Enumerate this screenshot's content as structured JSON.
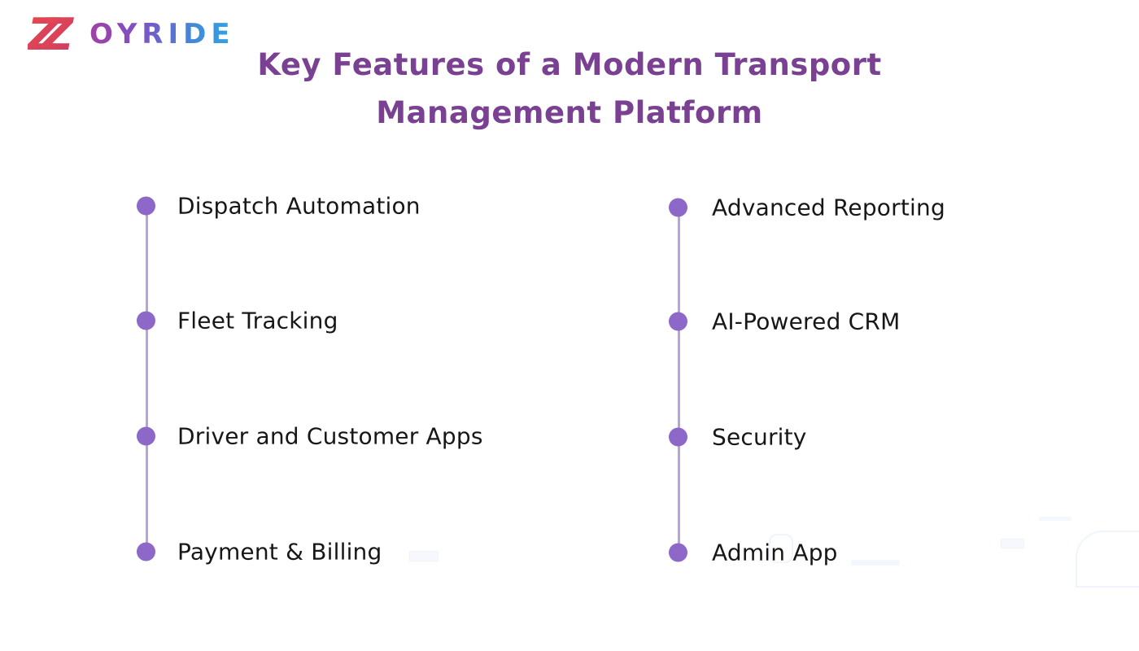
{
  "logo": {
    "mark": "Z",
    "text": "OYRIDE"
  },
  "title": {
    "line1": "Key Features of a Modern Transport",
    "line2": "Management Platform"
  },
  "features": {
    "left": [
      "Dispatch Automation",
      "Fleet Tracking",
      "Driver and Customer Apps",
      "Payment & Billing"
    ],
    "right": [
      "Advanced Reporting",
      "AI-Powered CRM",
      "Security",
      "Admin App"
    ]
  },
  "colors": {
    "title": "#7a4193",
    "dot": "#8d68c8",
    "line": "#b7a3e0",
    "text": "#171717",
    "logo_red_start": "#ee4b4b",
    "logo_red_end": "#c73a68",
    "logo_grad_start": "#a13fa5",
    "logo_grad_mid1": "#7e52c5",
    "logo_grad_mid2": "#3e8ed8",
    "logo_grad_end": "#31a5e8"
  }
}
